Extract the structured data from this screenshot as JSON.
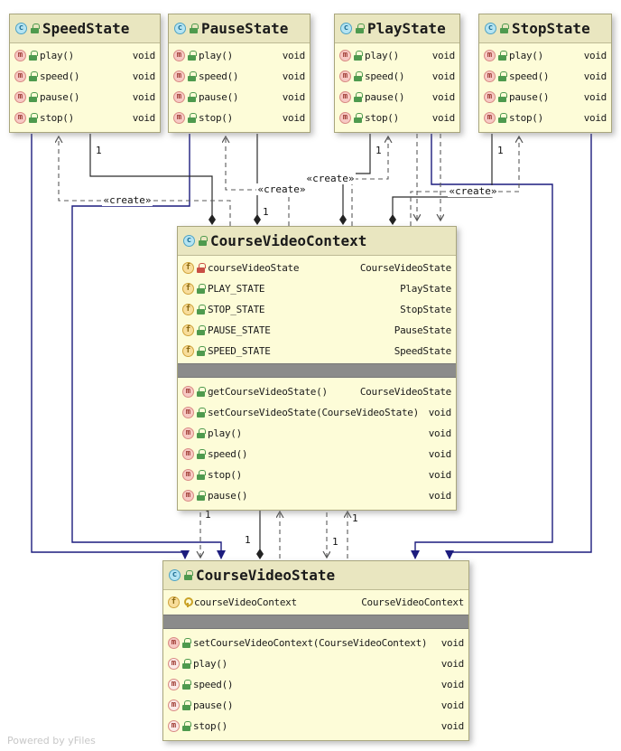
{
  "watermark": "Powered by yFiles",
  "labels": {
    "create": "«create»",
    "multiplicity_one": "1"
  },
  "icons": {
    "class_letter": "c",
    "method_letter": "m",
    "field_letter": "f"
  },
  "colors": {
    "node_header": "#E9E6C0",
    "node_body": "#FDFCD8",
    "separator": "#8B8B8B",
    "inheritance_edge": "#1C1C7E",
    "composition_edge": "#2B2B2B",
    "dependency_edge": "#5A5A5A"
  },
  "classes": {
    "speedState": {
      "name": "SpeedState",
      "methods": [
        {
          "name": "play()",
          "type": "void"
        },
        {
          "name": "speed()",
          "type": "void"
        },
        {
          "name": "pause()",
          "type": "void"
        },
        {
          "name": "stop()",
          "type": "void"
        }
      ]
    },
    "pauseState": {
      "name": "PauseState",
      "methods": [
        {
          "name": "play()",
          "type": "void"
        },
        {
          "name": "speed()",
          "type": "void"
        },
        {
          "name": "pause()",
          "type": "void"
        },
        {
          "name": "stop()",
          "type": "void"
        }
      ]
    },
    "playState": {
      "name": "PlayState",
      "methods": [
        {
          "name": "play()",
          "type": "void"
        },
        {
          "name": "speed()",
          "type": "void"
        },
        {
          "name": "pause()",
          "type": "void"
        },
        {
          "name": "stop()",
          "type": "void"
        }
      ]
    },
    "stopState": {
      "name": "StopState",
      "methods": [
        {
          "name": "play()",
          "type": "void"
        },
        {
          "name": "speed()",
          "type": "void"
        },
        {
          "name": "pause()",
          "type": "void"
        },
        {
          "name": "stop()",
          "type": "void"
        }
      ]
    },
    "courseVideoContext": {
      "name": "CourseVideoContext",
      "fields": [
        {
          "name": "courseVideoState",
          "type": "CourseVideoState",
          "visibility": "private"
        },
        {
          "name": "PLAY_STATE",
          "type": "PlayState",
          "visibility": "public"
        },
        {
          "name": "STOP_STATE",
          "type": "StopState",
          "visibility": "public"
        },
        {
          "name": "PAUSE_STATE",
          "type": "PauseState",
          "visibility": "public"
        },
        {
          "name": "SPEED_STATE",
          "type": "SpeedState",
          "visibility": "public"
        }
      ],
      "methods": [
        {
          "name": "getCourseVideoState()",
          "type": "CourseVideoState"
        },
        {
          "name": "setCourseVideoState(CourseVideoState)",
          "type": "void"
        },
        {
          "name": "play()",
          "type": "void"
        },
        {
          "name": "speed()",
          "type": "void"
        },
        {
          "name": "stop()",
          "type": "void"
        },
        {
          "name": "pause()",
          "type": "void"
        }
      ]
    },
    "courseVideoState": {
      "name": "CourseVideoState",
      "fields": [
        {
          "name": "courseVideoContext",
          "type": "CourseVideoContext",
          "visibility": "protected"
        }
      ],
      "methods": [
        {
          "name": "setCourseVideoContext(CourseVideoContext)",
          "type": "void"
        },
        {
          "name": "play()",
          "type": "void"
        },
        {
          "name": "speed()",
          "type": "void"
        },
        {
          "name": "pause()",
          "type": "void"
        },
        {
          "name": "stop()",
          "type": "void"
        }
      ]
    }
  }
}
